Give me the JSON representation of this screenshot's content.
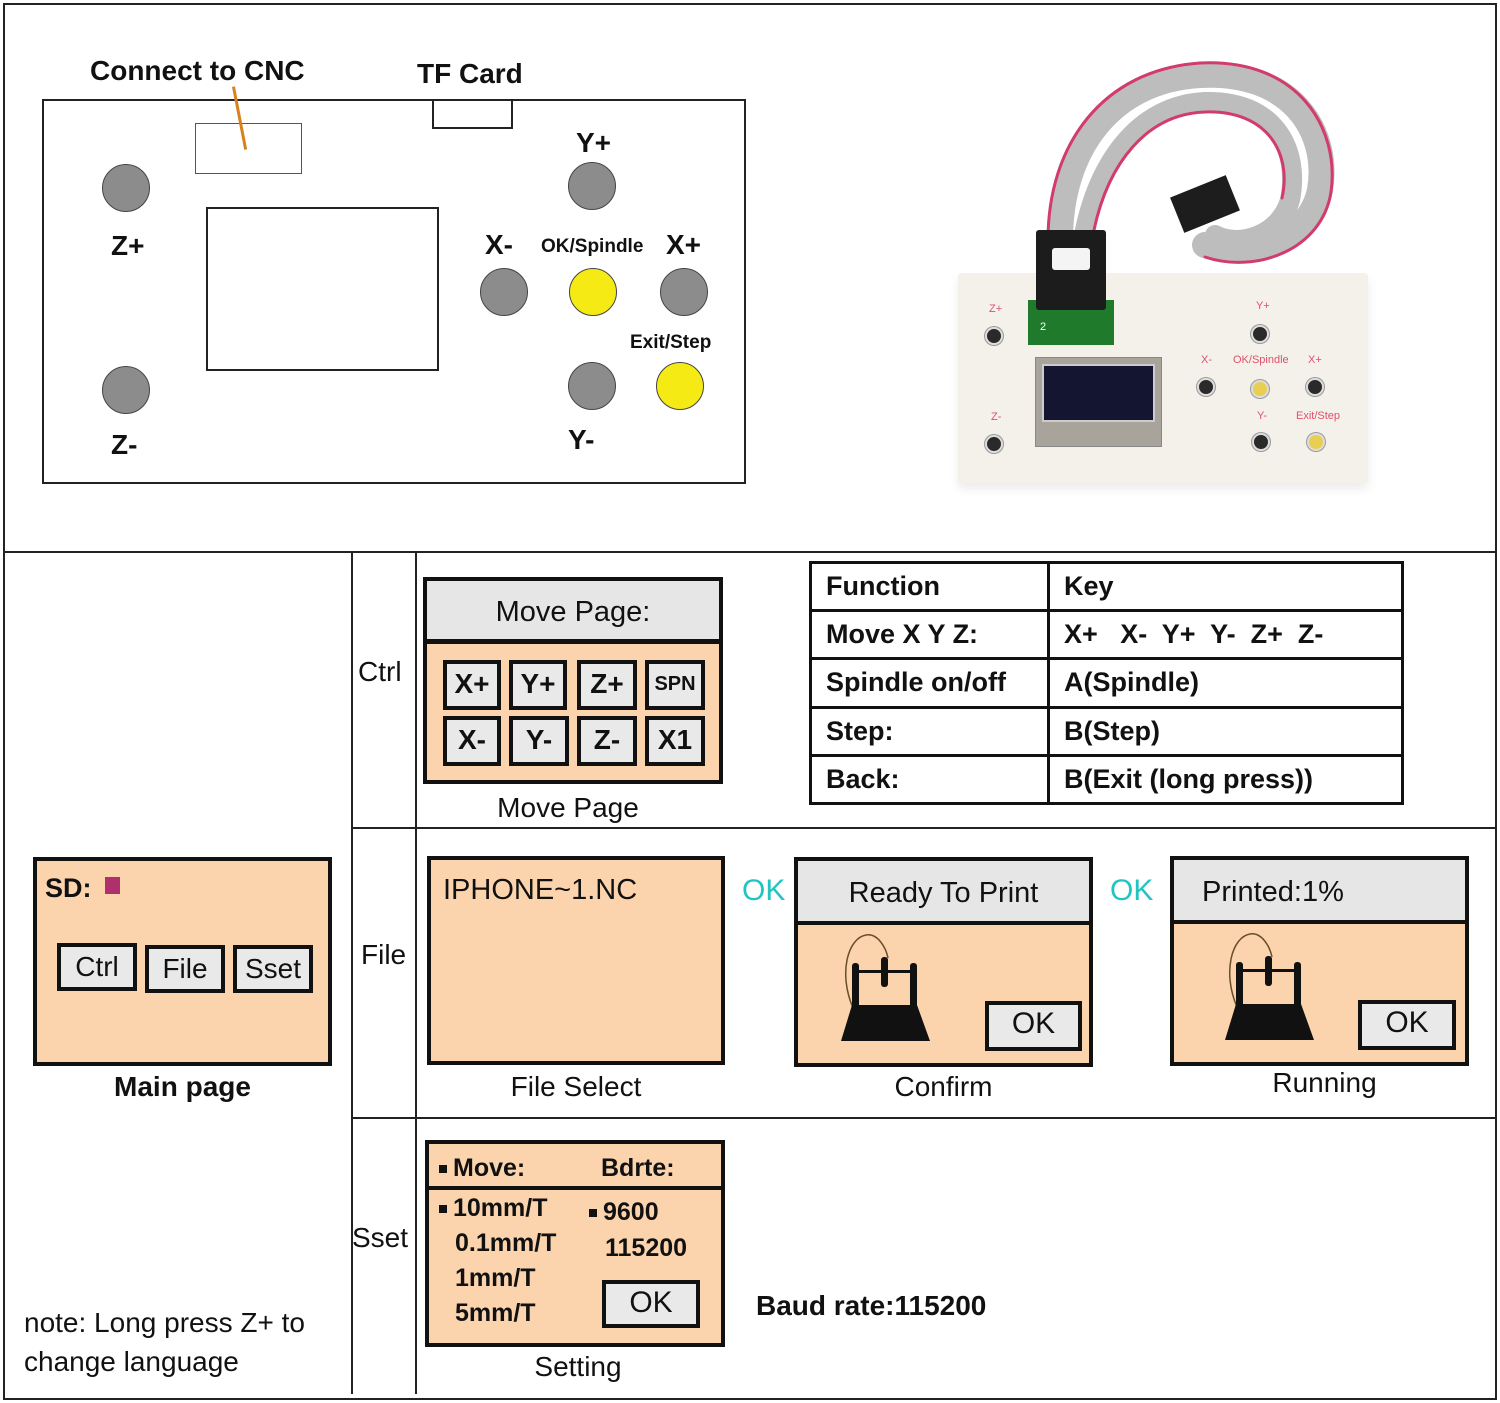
{
  "schematic": {
    "connect_label": "Connect to CNC",
    "tf_label": "TF Card",
    "buttons": {
      "z_plus": "Z+",
      "z_minus": "Z-",
      "y_plus": "Y+",
      "y_minus": "Y-",
      "x_minus": "X-",
      "x_plus": "X+",
      "ok_spindle": "OK/Spindle",
      "exit_step": "Exit/Step"
    },
    "colors": {
      "gray_button": "#8c8c8c",
      "yellow_button": "#f5ea13",
      "cnc_wire": "#d7821b"
    }
  },
  "photo": {
    "labels": {
      "z_plus": "Z+",
      "z_minus": "Z-",
      "y_plus": "Y+",
      "y_minus": "Y-",
      "x_minus": "X-",
      "x_plus": "X+",
      "ok_spindle": "OK/Spindle",
      "exit_step": "Exit/Step",
      "pcb_pin": "2"
    },
    "label_color": "#e0506e"
  },
  "rows": {
    "ctrl": "Ctrl",
    "file": "File",
    "sset": "Sset"
  },
  "main_page": {
    "sd_label": "SD:",
    "sd_indicator_color": "#b0306e",
    "buttons": [
      "Ctrl",
      "File",
      "Sset"
    ],
    "caption": "Main page"
  },
  "move_page": {
    "header": "Move Page:",
    "keys_row1": [
      "X+",
      "Y+",
      "Z+",
      "SPN"
    ],
    "keys_row2": [
      "X-",
      "Y-",
      "Z-",
      "X1"
    ],
    "caption": "Move Page"
  },
  "function_table": {
    "headers": [
      "Function",
      "Key"
    ],
    "rows": [
      [
        "Move X Y Z:",
        "X+   X-  Y+  Y-  Z+  Z-"
      ],
      [
        "Spindle on/off",
        "A(Spindle)"
      ],
      [
        "Step:",
        "B(Step)"
      ],
      [
        "Back:",
        "B(Exit (long press))"
      ]
    ]
  },
  "file_flow": {
    "file_select": {
      "filename": "IPHONE~1.NC",
      "caption": "File Select"
    },
    "arrow1": "OK",
    "confirm": {
      "header": "Ready To Print",
      "ok": "OK",
      "caption": "Confirm"
    },
    "arrow2": "OK",
    "running": {
      "header": "Printed:1%",
      "progress_percent": 1,
      "ok": "OK",
      "caption": "Running"
    },
    "arrow_color": "#22c3c3"
  },
  "setting": {
    "move_header": "Move:",
    "bdrte_header": "Bdrte:",
    "move_options": [
      "10mm/T",
      "0.1mm/T",
      "1mm/T",
      "5mm/T"
    ],
    "move_selected": "10mm/T",
    "baud_options": [
      "9600",
      "115200"
    ],
    "baud_selected": "9600",
    "ok": "OK",
    "caption": "Setting",
    "baud_note": "Baud rate:115200"
  },
  "note": {
    "line1": "note: Long press Z+ to",
    "line2": "change language"
  },
  "colors": {
    "screen_bg": "#fbd4ae",
    "header_bg": "#e6e6e6",
    "border": "#111111"
  }
}
